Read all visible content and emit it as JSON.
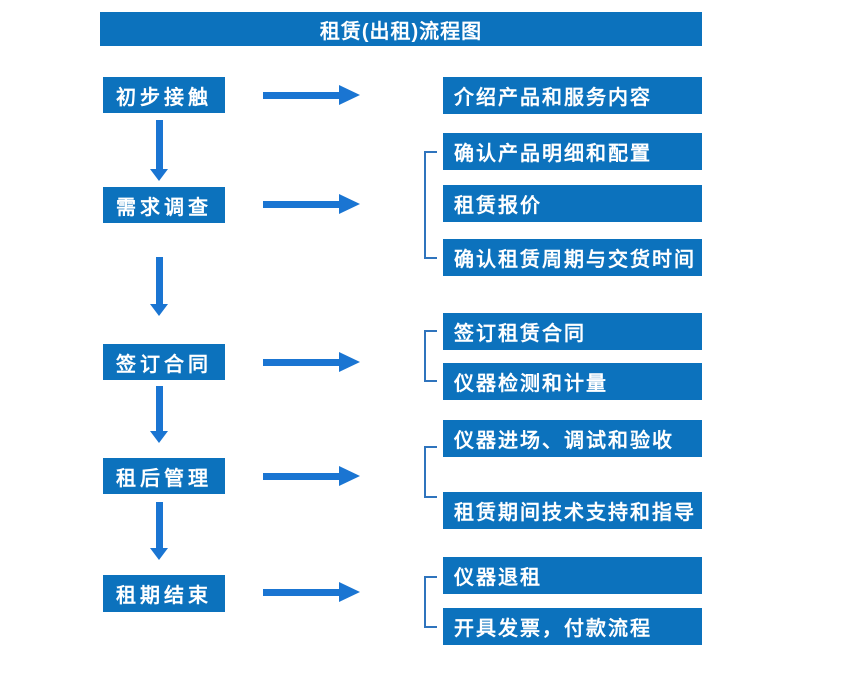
{
  "title": "租赁(出租)流程图",
  "rows": [
    {
      "step": "初步接触",
      "outputs": [
        "介绍产品和服务内容"
      ]
    },
    {
      "step": "需求调查",
      "outputs": [
        "确认产品明细和配置",
        "租赁报价",
        "确认租赁周期与交货时间"
      ]
    },
    {
      "step": "签订合同",
      "outputs": [
        "签订租赁合同",
        "仪器检测和计量"
      ]
    },
    {
      "step": "租后管理",
      "outputs": [
        "仪器进场、调试和验收",
        "租赁期间技术支持和指导"
      ]
    },
    {
      "step": "租期结束",
      "outputs": [
        "仪器退租",
        "开具发票，付款流程"
      ]
    }
  ],
  "colors": {
    "blue_box": "#0c72bd",
    "blue_arrow": "#1a75d2",
    "blue_bracket": "#2f74bd",
    "text_white": "#ffffff",
    "bg": "#ffffff"
  }
}
